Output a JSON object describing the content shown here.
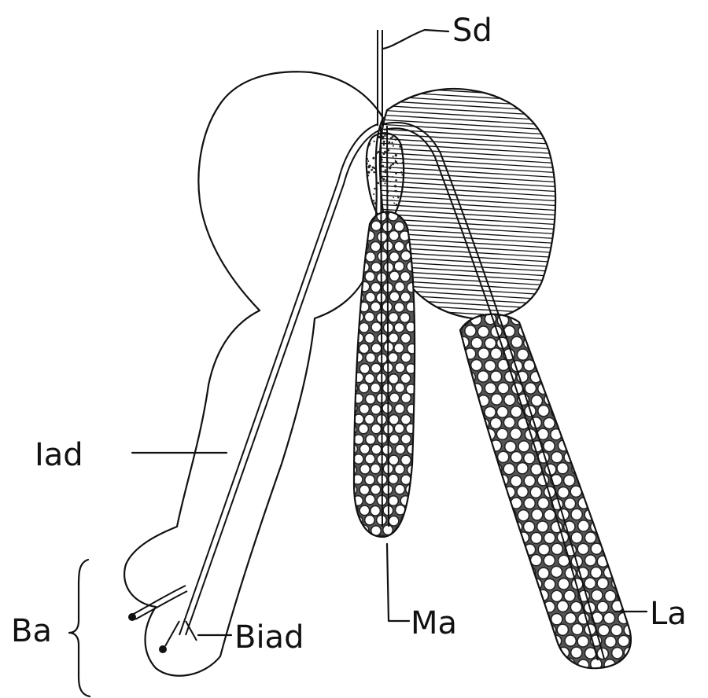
{
  "diagram": {
    "labels": {
      "sd": "Sd",
      "iad": "Iad",
      "ma": "Ma",
      "la": "La",
      "ba": "Ba",
      "biad": "Biad"
    }
  }
}
